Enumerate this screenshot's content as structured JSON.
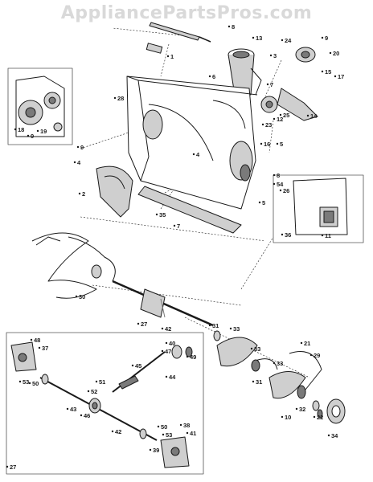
{
  "watermark": {
    "text": "AppliancePartsPros.com",
    "color": "#d9d9d9"
  },
  "colors": {
    "line": "#1a1a1a",
    "part_fill": "#cfcfcf",
    "part_dark": "#7a7a7a",
    "inset_border": "#555555"
  },
  "callouts": [
    {
      "num": "1"
    },
    {
      "num": "8"
    },
    {
      "num": "13"
    },
    {
      "num": "24"
    },
    {
      "num": "9"
    },
    {
      "num": "3"
    },
    {
      "num": "20"
    },
    {
      "num": "15"
    },
    {
      "num": "17"
    },
    {
      "num": "6"
    },
    {
      "num": "7"
    },
    {
      "num": "18"
    },
    {
      "num": "19"
    },
    {
      "num": "9"
    },
    {
      "num": "28"
    },
    {
      "num": "25"
    },
    {
      "num": "12"
    },
    {
      "num": "23"
    },
    {
      "num": "14"
    },
    {
      "num": "16"
    },
    {
      "num": "5"
    },
    {
      "num": "9"
    },
    {
      "num": "4"
    },
    {
      "num": "4"
    },
    {
      "num": "2"
    },
    {
      "num": "8"
    },
    {
      "num": "54"
    },
    {
      "num": "5"
    },
    {
      "num": "35"
    },
    {
      "num": "7"
    },
    {
      "num": "26"
    },
    {
      "num": "36"
    },
    {
      "num": "11"
    },
    {
      "num": "30"
    },
    {
      "num": "27"
    },
    {
      "num": "42"
    },
    {
      "num": "31"
    },
    {
      "num": "33"
    },
    {
      "num": "48"
    },
    {
      "num": "37"
    },
    {
      "num": "40"
    },
    {
      "num": "47"
    },
    {
      "num": "49"
    },
    {
      "num": "44"
    },
    {
      "num": "45"
    },
    {
      "num": "51"
    },
    {
      "num": "53"
    },
    {
      "num": "50"
    },
    {
      "num": "52"
    },
    {
      "num": "21"
    },
    {
      "num": "29"
    },
    {
      "num": "33"
    },
    {
      "num": "31"
    },
    {
      "num": "33"
    },
    {
      "num": "43"
    },
    {
      "num": "46"
    },
    {
      "num": "32"
    },
    {
      "num": "22"
    },
    {
      "num": "10"
    },
    {
      "num": "34"
    },
    {
      "num": "42"
    },
    {
      "num": "50"
    },
    {
      "num": "53"
    },
    {
      "num": "38"
    },
    {
      "num": "41"
    },
    {
      "num": "39"
    },
    {
      "num": "27"
    }
  ]
}
